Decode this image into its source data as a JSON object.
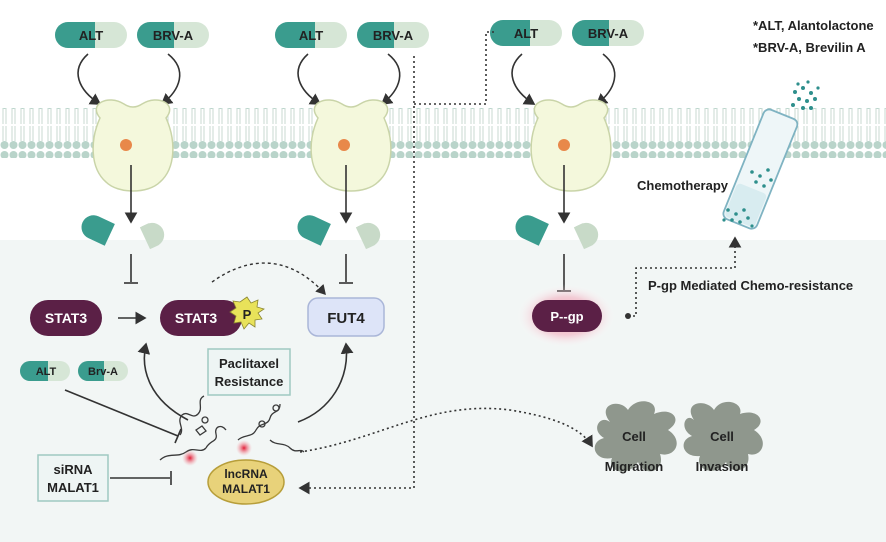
{
  "legend": {
    "line1": "*ALT, Alantolactone",
    "line2": "*BRV-A, Brevilin A"
  },
  "pills": {
    "alt": "ALT",
    "brva": "BRV-A",
    "alt_small": "ALT",
    "brva_small": "Brv-A"
  },
  "nodes": {
    "stat3": "STAT3",
    "stat3p": "STAT3",
    "phospho": "P",
    "fut4": "FUT4",
    "pgp": "P--gp",
    "paclitaxel_line1": "Paclitaxel",
    "paclitaxel_line2": "Resistance",
    "sirna_line1": "siRNA",
    "sirna_line2": "MALAT1",
    "lncrna_line1": "lncRNA",
    "lncrna_line2": "MALAT1",
    "migration_line1": "Cell",
    "migration_line2": "Migration",
    "invasion_line1": "Cell",
    "invasion_line2": "Invasion",
    "chemotherapy": "Chemotherapy",
    "pgp_resistance": "P-gp Mediated Chemo-resistance"
  },
  "colors": {
    "teal_dark": "#3a9c8e",
    "teal_light": "#d6e6d6",
    "purple": "#5b2046",
    "fut4_bg": "#dde4f8",
    "receptor": "#f4f8dc",
    "receptor_dot": "#e8884a",
    "cell_gray": "#8f978d",
    "membrane_head": "#b9d4ca",
    "lncrna": "#e8d27a",
    "pgp_glow": "#f2a3b6"
  }
}
